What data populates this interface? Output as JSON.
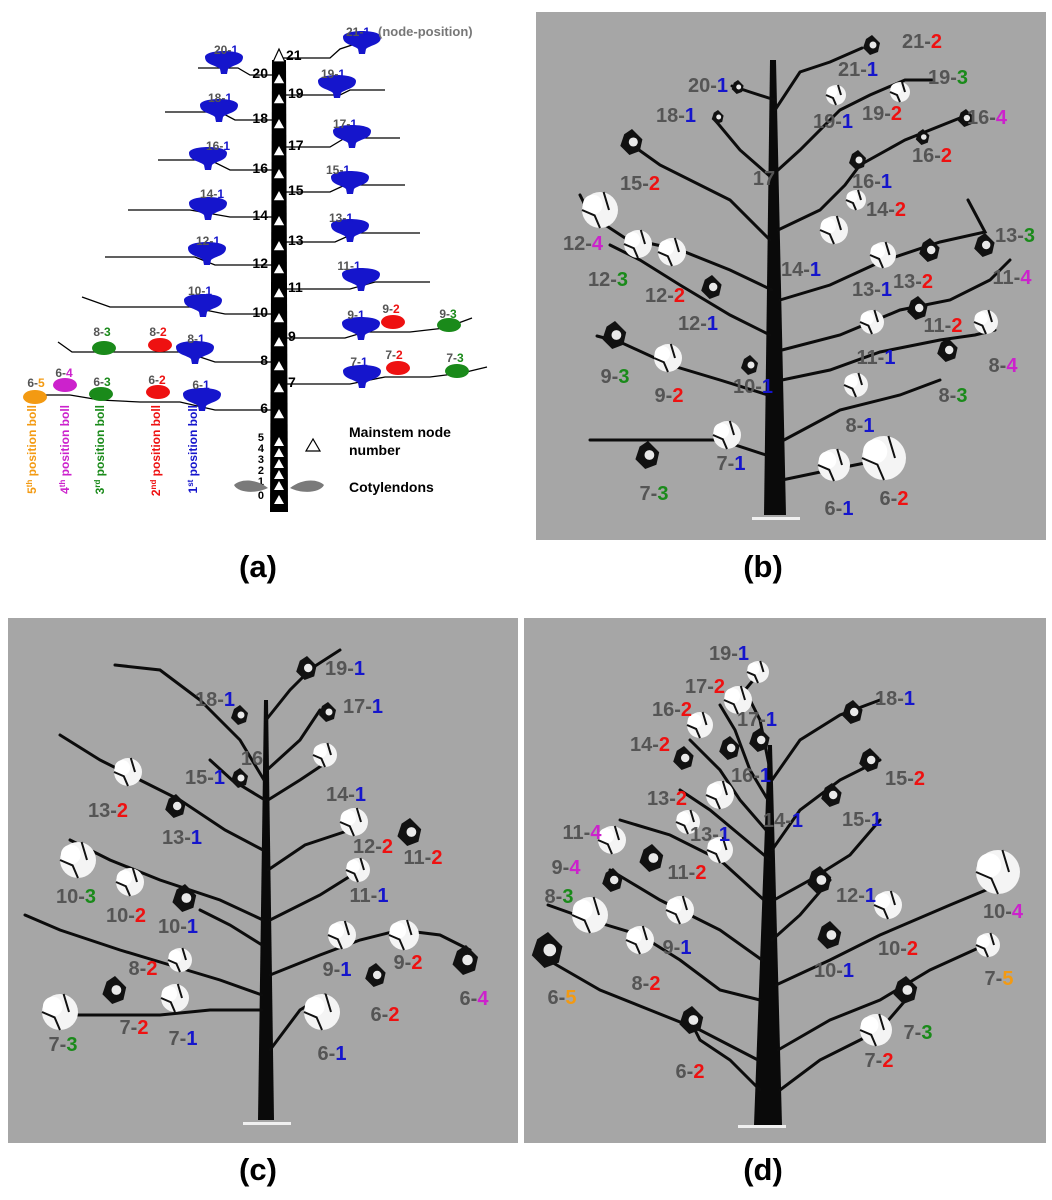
{
  "colors": {
    "nodeText": "#555555",
    "pos1": "#1515cc",
    "pos2": "#ee1111",
    "pos3": "#1a8a1a",
    "pos4": "#cc22cc",
    "pos5": "#f39a12",
    "stem": "#000000",
    "panelGray": "#a6a6a6"
  },
  "panel_labels": {
    "a": "(a)",
    "b": "(b)",
    "c": "(c)",
    "d": "(d)"
  },
  "schematic": {
    "header_note": "(node-position)",
    "mainstem_numbers": [
      "21",
      "20",
      "19",
      "18",
      "17",
      "16",
      "15",
      "14",
      "13",
      "12",
      "11",
      "10",
      "9",
      "8",
      "7",
      "6",
      "5",
      "4",
      "3",
      "2",
      "1",
      "0"
    ],
    "legend": {
      "node_label": "Mainstem node number",
      "cotyledon_label": "Cotylendons"
    },
    "axis_labels": [
      {
        "pre": "5",
        "sup": "th",
        "post": " position boll",
        "color": "#f39a12"
      },
      {
        "pre": "4",
        "sup": "th",
        "post": " position boll",
        "color": "#cc22cc"
      },
      {
        "pre": "3",
        "sup": "rd",
        "post": " position boll",
        "color": "#1a8a1a"
      },
      {
        "pre": "2",
        "sup": "nd",
        "post": " position boll",
        "color": "#ee1111"
      },
      {
        "pre": "1",
        "sup": "st",
        "post": " position boll",
        "color": "#1515cc"
      }
    ],
    "bolls": [
      {
        "n": "21",
        "p": "1"
      },
      {
        "n": "20",
        "p": "1"
      },
      {
        "n": "19",
        "p": "1"
      },
      {
        "n": "18",
        "p": "1"
      },
      {
        "n": "17",
        "p": "1"
      },
      {
        "n": "16",
        "p": "1"
      },
      {
        "n": "15",
        "p": "1"
      },
      {
        "n": "14",
        "p": "1"
      },
      {
        "n": "13",
        "p": "1"
      },
      {
        "n": "12",
        "p": "1"
      },
      {
        "n": "11",
        "p": "1"
      },
      {
        "n": "10",
        "p": "1"
      },
      {
        "n": "9",
        "p": "1"
      },
      {
        "n": "9",
        "p": "2"
      },
      {
        "n": "9",
        "p": "3"
      },
      {
        "n": "8",
        "p": "3"
      },
      {
        "n": "8",
        "p": "2"
      },
      {
        "n": "8",
        "p": "1"
      },
      {
        "n": "7",
        "p": "1"
      },
      {
        "n": "7",
        "p": "2"
      },
      {
        "n": "7",
        "p": "3"
      },
      {
        "n": "6",
        "p": "5"
      },
      {
        "n": "6",
        "p": "4"
      },
      {
        "n": "6",
        "p": "3"
      },
      {
        "n": "6",
        "p": "2"
      },
      {
        "n": "6",
        "p": "1"
      }
    ]
  },
  "photo_b": {
    "stem_labels": [
      "17"
    ],
    "labels": [
      {
        "n": "21",
        "p": "2"
      },
      {
        "n": "21",
        "p": "1"
      },
      {
        "n": "20",
        "p": "1"
      },
      {
        "n": "19",
        "p": "3"
      },
      {
        "n": "19",
        "p": "2"
      },
      {
        "n": "19",
        "p": "1"
      },
      {
        "n": "18",
        "p": "1"
      },
      {
        "n": "16",
        "p": "4"
      },
      {
        "n": "16",
        "p": "2"
      },
      {
        "n": "16",
        "p": "1"
      },
      {
        "n": "15",
        "p": "2"
      },
      {
        "n": "14",
        "p": "2"
      },
      {
        "n": "14",
        "p": "1"
      },
      {
        "n": "13",
        "p": "3"
      },
      {
        "n": "13",
        "p": "2"
      },
      {
        "n": "13",
        "p": "1"
      },
      {
        "n": "12",
        "p": "4"
      },
      {
        "n": "12",
        "p": "3"
      },
      {
        "n": "12",
        "p": "2"
      },
      {
        "n": "12",
        "p": "1"
      },
      {
        "n": "11",
        "p": "4"
      },
      {
        "n": "11",
        "p": "2"
      },
      {
        "n": "11",
        "p": "1"
      },
      {
        "n": "10",
        "p": "1"
      },
      {
        "n": "9",
        "p": "3"
      },
      {
        "n": "9",
        "p": "2"
      },
      {
        "n": "8",
        "p": "4"
      },
      {
        "n": "8",
        "p": "3"
      },
      {
        "n": "8",
        "p": "1"
      },
      {
        "n": "7",
        "p": "1"
      },
      {
        "n": "7",
        "p": "3"
      },
      {
        "n": "6",
        "p": "1"
      },
      {
        "n": "6",
        "p": "2"
      }
    ]
  },
  "photo_c": {
    "stem_labels": [
      "16"
    ],
    "labels": [
      {
        "n": "19",
        "p": "1"
      },
      {
        "n": "18",
        "p": "1"
      },
      {
        "n": "17",
        "p": "1"
      },
      {
        "n": "15",
        "p": "1"
      },
      {
        "n": "14",
        "p": "1"
      },
      {
        "n": "13",
        "p": "2"
      },
      {
        "n": "13",
        "p": "1"
      },
      {
        "n": "12",
        "p": "2"
      },
      {
        "n": "11",
        "p": "2"
      },
      {
        "n": "11",
        "p": "1"
      },
      {
        "n": "10",
        "p": "3"
      },
      {
        "n": "10",
        "p": "2"
      },
      {
        "n": "10",
        "p": "1"
      },
      {
        "n": "9",
        "p": "1"
      },
      {
        "n": "9",
        "p": "2"
      },
      {
        "n": "8",
        "p": "2"
      },
      {
        "n": "7",
        "p": "3"
      },
      {
        "n": "7",
        "p": "2"
      },
      {
        "n": "7",
        "p": "1"
      },
      {
        "n": "6",
        "p": "2"
      },
      {
        "n": "6",
        "p": "4"
      },
      {
        "n": "6",
        "p": "1"
      }
    ]
  },
  "photo_d": {
    "labels": [
      {
        "n": "19",
        "p": "1"
      },
      {
        "n": "18",
        "p": "1"
      },
      {
        "n": "17",
        "p": "2"
      },
      {
        "n": "17",
        "p": "1"
      },
      {
        "n": "16",
        "p": "2"
      },
      {
        "n": "16",
        "p": "1"
      },
      {
        "n": "15",
        "p": "2"
      },
      {
        "n": "15",
        "p": "1"
      },
      {
        "n": "14",
        "p": "2"
      },
      {
        "n": "14",
        "p": "1"
      },
      {
        "n": "13",
        "p": "2"
      },
      {
        "n": "13",
        "p": "1"
      },
      {
        "n": "12",
        "p": "1"
      },
      {
        "n": "11",
        "p": "4"
      },
      {
        "n": "11",
        "p": "2"
      },
      {
        "n": "10",
        "p": "4"
      },
      {
        "n": "10",
        "p": "2"
      },
      {
        "n": "10",
        "p": "1"
      },
      {
        "n": "9",
        "p": "4"
      },
      {
        "n": "9",
        "p": "1"
      },
      {
        "n": "8",
        "p": "3"
      },
      {
        "n": "8",
        "p": "2"
      },
      {
        "n": "7",
        "p": "5"
      },
      {
        "n": "7",
        "p": "3"
      },
      {
        "n": "7",
        "p": "2"
      },
      {
        "n": "6",
        "p": "5"
      },
      {
        "n": "6",
        "p": "2"
      }
    ]
  }
}
